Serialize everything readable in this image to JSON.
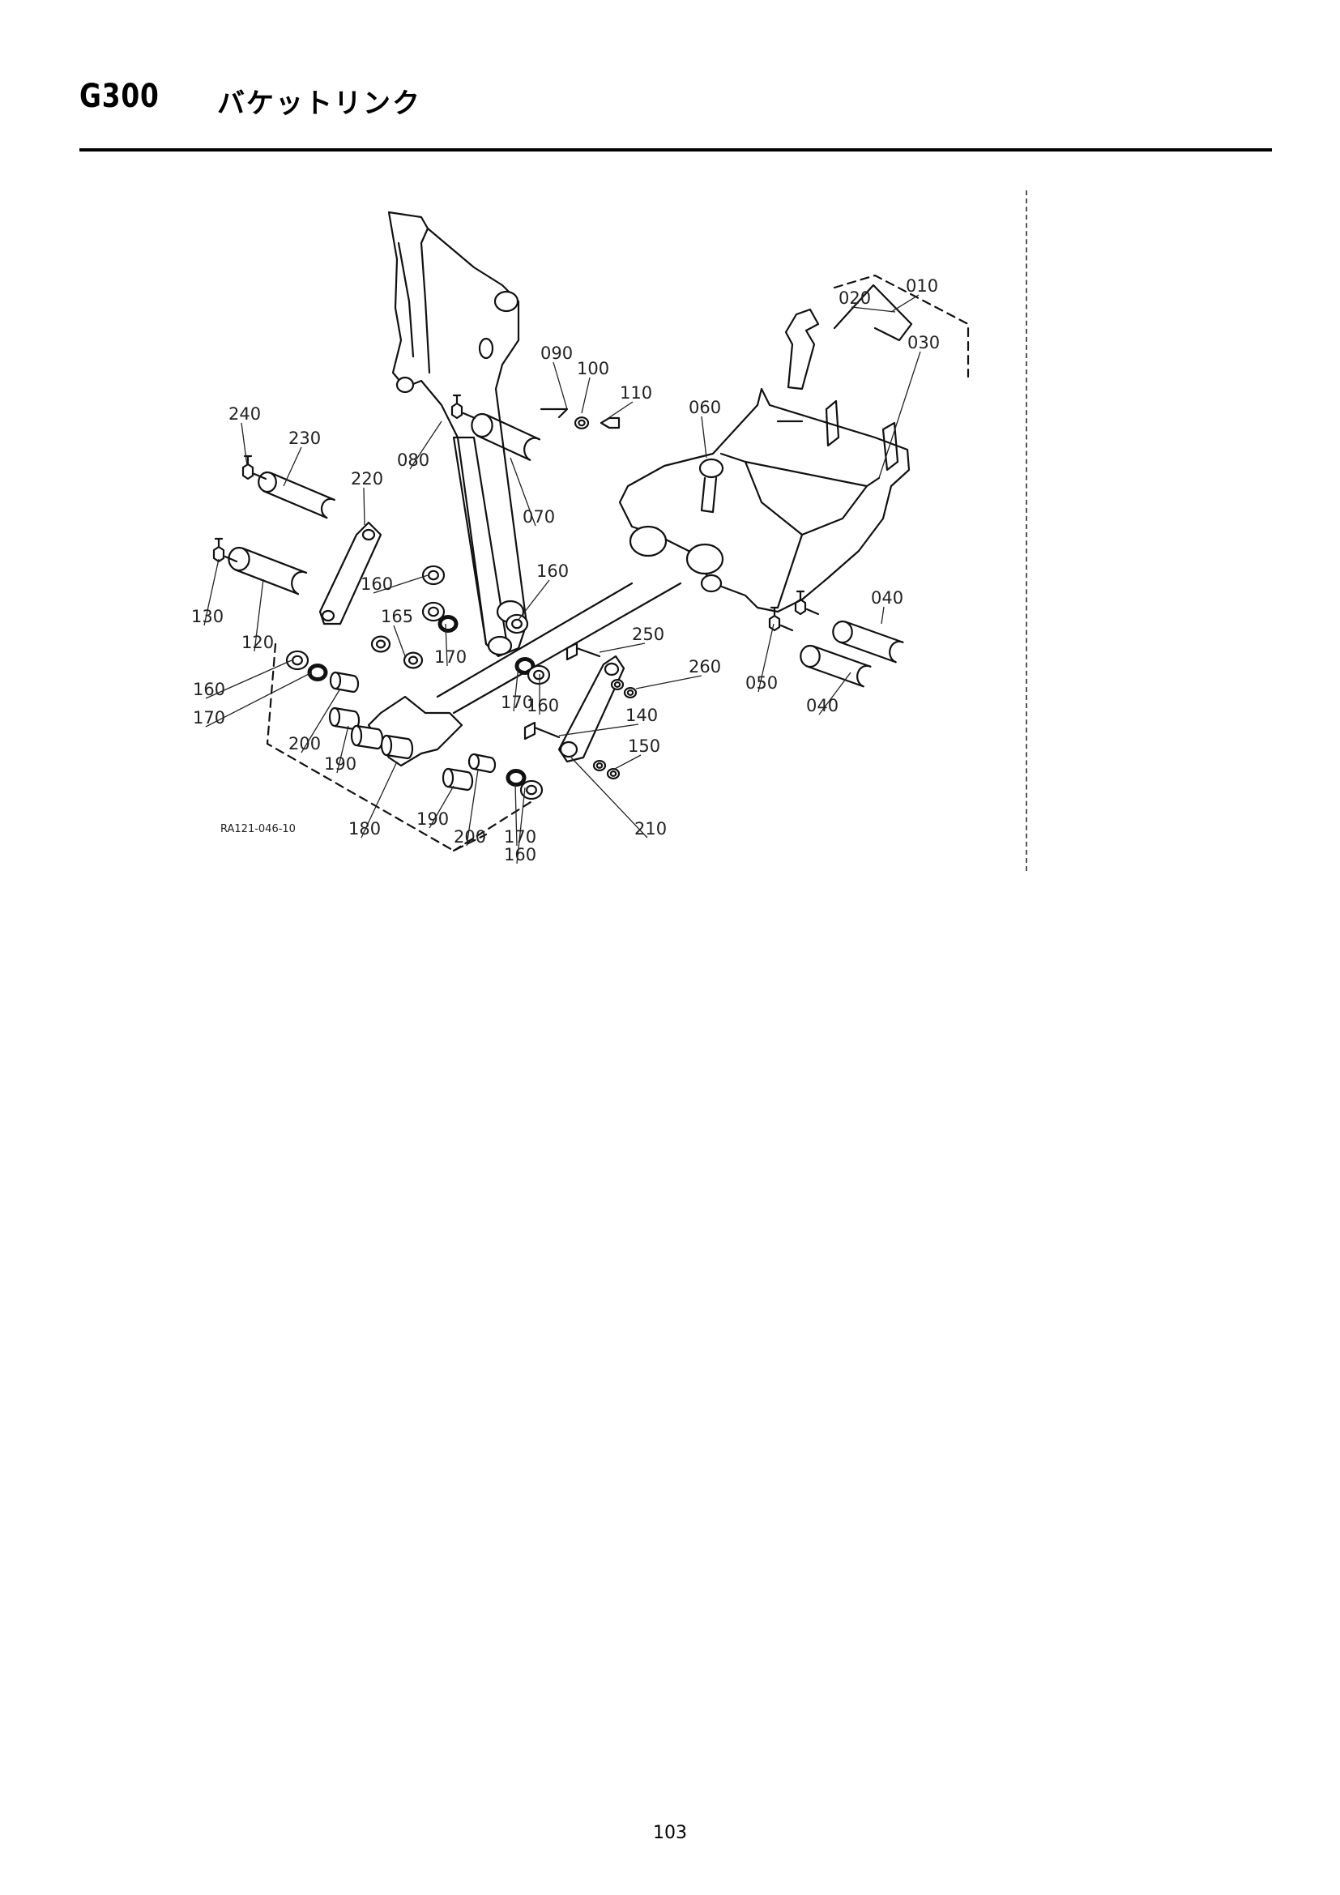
{
  "header": {
    "section_code": "G300",
    "section_title": "バケットリンク"
  },
  "figure": {
    "drawing_code": "RA121-046-10",
    "callouts": [
      {
        "id": "c010",
        "label": "010"
      },
      {
        "id": "c020",
        "label": "020"
      },
      {
        "id": "c030",
        "label": "030"
      },
      {
        "id": "c040a",
        "label": "040"
      },
      {
        "id": "c040b",
        "label": "040"
      },
      {
        "id": "c050",
        "label": "050"
      },
      {
        "id": "c060",
        "label": "060"
      },
      {
        "id": "c070",
        "label": "070"
      },
      {
        "id": "c080",
        "label": "080"
      },
      {
        "id": "c090",
        "label": "090"
      },
      {
        "id": "c100",
        "label": "100"
      },
      {
        "id": "c110",
        "label": "110"
      },
      {
        "id": "c120",
        "label": "120"
      },
      {
        "id": "c130",
        "label": "130"
      },
      {
        "id": "c140",
        "label": "140"
      },
      {
        "id": "c150",
        "label": "150"
      },
      {
        "id": "c160a",
        "label": "160"
      },
      {
        "id": "c160b",
        "label": "160"
      },
      {
        "id": "c160c",
        "label": "160"
      },
      {
        "id": "c160d",
        "label": "160"
      },
      {
        "id": "c160e",
        "label": "160"
      },
      {
        "id": "c165",
        "label": "165"
      },
      {
        "id": "c170a",
        "label": "170"
      },
      {
        "id": "c170b",
        "label": "170"
      },
      {
        "id": "c170c",
        "label": "170"
      },
      {
        "id": "c170d",
        "label": "170"
      },
      {
        "id": "c180",
        "label": "180"
      },
      {
        "id": "c190a",
        "label": "190"
      },
      {
        "id": "c190b",
        "label": "190"
      },
      {
        "id": "c200a",
        "label": "200"
      },
      {
        "id": "c200b",
        "label": "200"
      },
      {
        "id": "c210",
        "label": "210"
      },
      {
        "id": "c220",
        "label": "220"
      },
      {
        "id": "c230",
        "label": "230"
      },
      {
        "id": "c240",
        "label": "240"
      },
      {
        "id": "c250",
        "label": "250"
      },
      {
        "id": "c260",
        "label": "260"
      }
    ]
  },
  "page_number": "103"
}
